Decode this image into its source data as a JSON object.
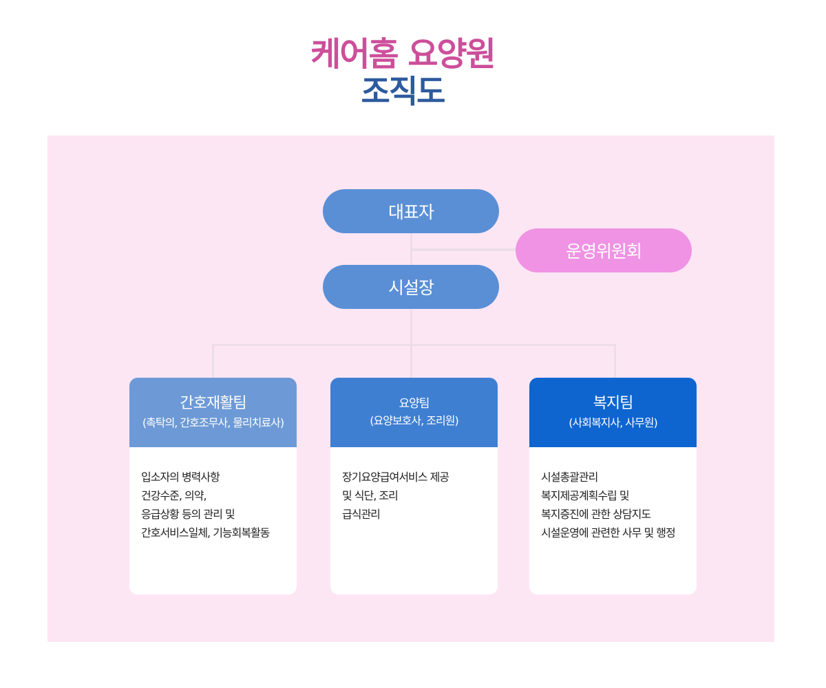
{
  "title": {
    "line1": "케어홈 요양원",
    "line2": "조직도"
  },
  "colors": {
    "title_pink": "#cc4f9a",
    "title_blue": "#2d5a9e",
    "panel_bg": "#fde6f4",
    "pill_blue": "#5a8fd6",
    "pill_pink": "#f093e4",
    "team1_head": "#6d9ad6",
    "team2_head": "#3f7fd2",
    "team3_head": "#0f65cf"
  },
  "nodes": {
    "ceo": "대표자",
    "committee": "운영위원회",
    "director": "시설장"
  },
  "teams": [
    {
      "name": "간호재활팀",
      "members": "(촉탁의, 간호조무사, 물리치료사)",
      "duties": [
        "입소자의 병력사항",
        "건강수준, 의약,",
        "응급상황 등의 관리 및",
        "간호서비스일체, 기능회복활동"
      ]
    },
    {
      "name": "요양팀",
      "members": "(요양보호사, 조리원)",
      "duties": [
        "장기요양급여서비스 제공",
        "및 식단, 조리",
        "급식관리"
      ]
    },
    {
      "name": "복지팀",
      "members": "(사회복지사, 사무원)",
      "duties": [
        "시설총괄관리",
        "복지제공계획수립 및",
        "복지증진에 관한 상담지도",
        "시설운영에 관련한 사무 및 행정"
      ]
    }
  ]
}
